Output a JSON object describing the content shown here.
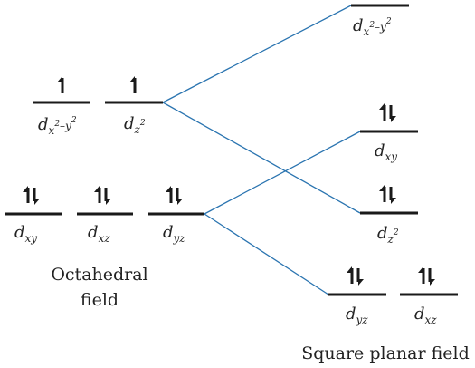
{
  "octahedral": {
    "field_label_line1": "Octahedral",
    "field_label_line2": "field",
    "upper": [
      {
        "id": "dx2y2",
        "main": "d",
        "sub": "x",
        "sup1": "2",
        "mid": "–y",
        "sup2": "2",
        "electrons": 1
      },
      {
        "id": "dz2",
        "main": "d",
        "sub": "z",
        "sup1": "2",
        "electrons": 1
      }
    ],
    "lower": [
      {
        "id": "dxy",
        "main": "d",
        "sub": "xy",
        "electrons": 2
      },
      {
        "id": "dxz",
        "main": "d",
        "sub": "xz",
        "electrons": 2
      },
      {
        "id": "dyz",
        "main": "d",
        "sub": "yz",
        "electrons": 2
      }
    ]
  },
  "square_planar": {
    "field_label": "Square planar field",
    "levels": [
      {
        "id": "dx2y2",
        "main": "d",
        "sub": "x",
        "sup1": "2",
        "mid": "–y",
        "sup2": "2",
        "electrons": 0
      },
      {
        "id": "dxy",
        "main": "d",
        "sub": "xy",
        "electrons": 2
      },
      {
        "id": "dz2",
        "main": "d",
        "sub": "z",
        "sup1": "2",
        "electrons": 2
      },
      {
        "id": "dyz",
        "main": "d",
        "sub": "yz",
        "electrons": 2
      },
      {
        "id": "dxz",
        "main": "d",
        "sub": "xz",
        "electrons": 2
      }
    ]
  },
  "colors": {
    "connector": "#2a74b0",
    "level": "#1a1a1a"
  }
}
